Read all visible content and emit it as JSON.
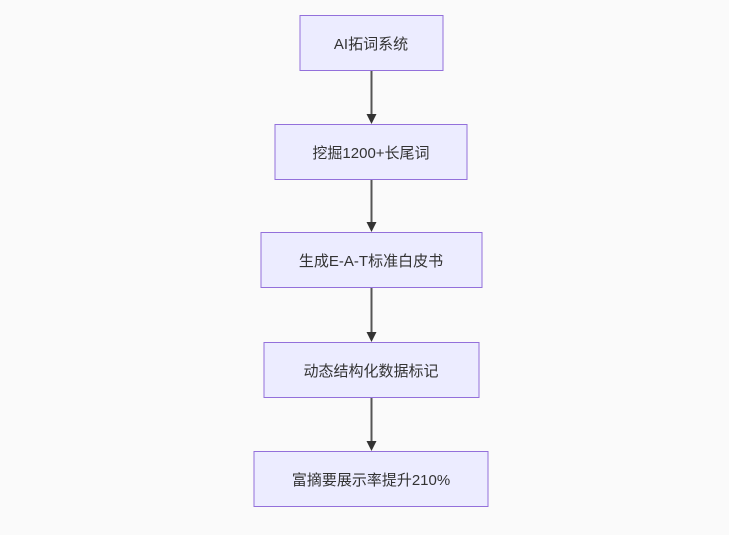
{
  "page": {
    "background_color": "#fafafa"
  },
  "flowchart": {
    "type": "flowchart",
    "direction": "top-down",
    "style": {
      "node_fill": "#ECECFF",
      "node_border": "#9370DB",
      "edge_color": "#333333",
      "text_color": "#333333"
    },
    "nodes": [
      {
        "id": "n1",
        "label": "AI拓词系统"
      },
      {
        "id": "n2",
        "label": "挖掘1200+长尾词"
      },
      {
        "id": "n3",
        "label": "生成E-A-T标准白皮书"
      },
      {
        "id": "n4",
        "label": "动态结构化数据标记"
      },
      {
        "id": "n5",
        "label": "富摘要展示率提升210%"
      }
    ],
    "edges": [
      {
        "from": "n1",
        "to": "n2"
      },
      {
        "from": "n2",
        "to": "n3"
      },
      {
        "from": "n3",
        "to": "n4"
      },
      {
        "from": "n4",
        "to": "n5"
      }
    ]
  }
}
